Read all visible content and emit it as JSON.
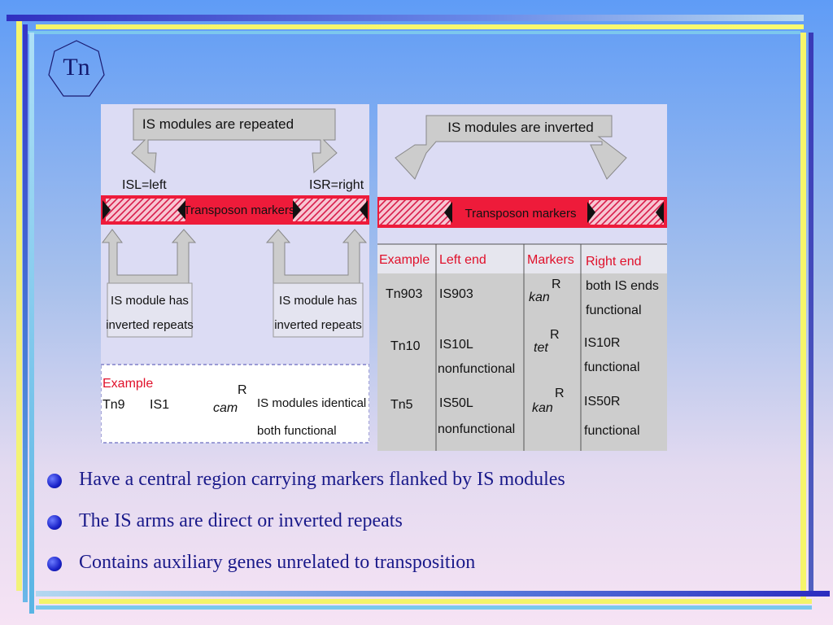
{
  "slide": {
    "title": "Tn",
    "bullets": [
      "Have a central region carrying markers flanked by IS modules",
      "The IS arms are direct or inverted repeats",
      "Contains auxiliary genes unrelated to transposition"
    ]
  },
  "left_figure": {
    "heading": "IS modules are repeated",
    "isl_label": "ISL=left",
    "isr_label": "ISR=right",
    "center_label": "Transposon markers",
    "left_callout": [
      "IS module has",
      "inverted repeats"
    ],
    "right_callout": [
      "IS module has",
      "inverted repeats"
    ],
    "example_title": "Example",
    "example_name": "Tn9",
    "example_is": "IS1",
    "example_marker": "cam",
    "example_marker_sup": "R",
    "example_note": [
      "IS modules identical",
      "both functional"
    ]
  },
  "right_figure": {
    "heading": "IS modules are inverted",
    "center_label": "Transposon markers",
    "table": {
      "headers": [
        "Example",
        "Left end",
        "Markers",
        "Right end"
      ],
      "rows": [
        {
          "example": "Tn903",
          "left": [
            "IS903"
          ],
          "marker": "kan",
          "sup": "R",
          "right": [
            "both IS ends",
            "functional"
          ]
        },
        {
          "example": "Tn10",
          "left": [
            "IS10L",
            "nonfunctional"
          ],
          "marker": "tet",
          "sup": "R",
          "right": [
            "IS10R",
            "functional"
          ]
        },
        {
          "example": "Tn5",
          "left": [
            "IS50L",
            "nonfunctional"
          ],
          "marker": "kan",
          "sup": "R",
          "right": [
            "IS50R",
            "functional"
          ]
        }
      ]
    }
  },
  "colors": {
    "frame_yellow": "#f6f56a",
    "frame_blue": "#3535c8",
    "frame_cyan": "#5ab4e6",
    "panel_bg": "#dcdcf4",
    "band_red": "#ee1b3a",
    "label_red": "#e0102a",
    "arrow_gray": "#c8c8c8",
    "bullet_text": "#1a1a8a"
  }
}
